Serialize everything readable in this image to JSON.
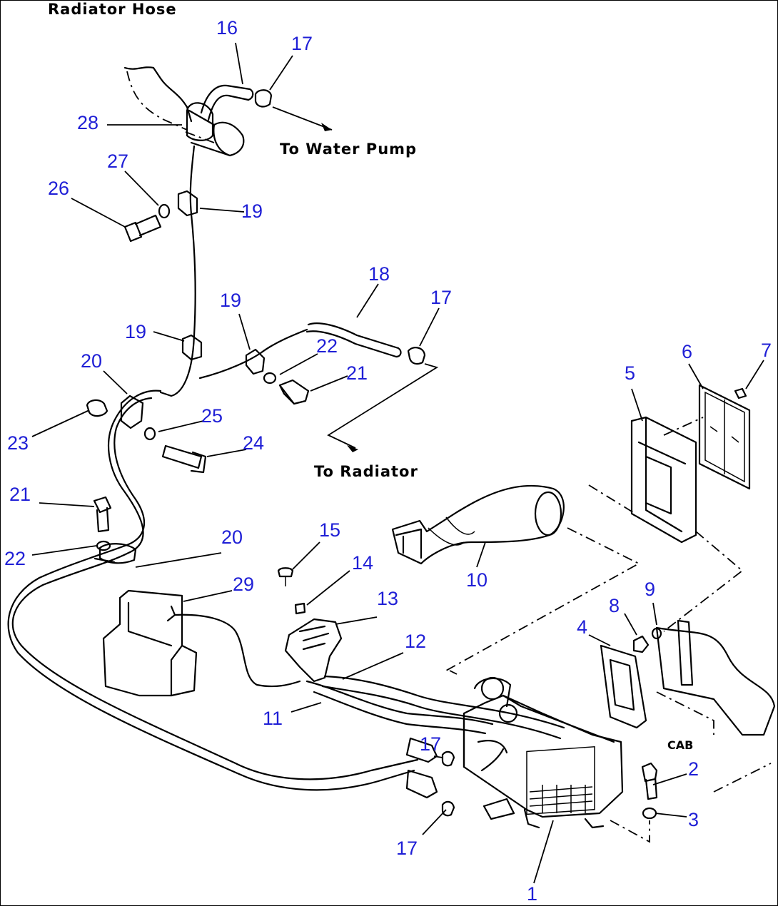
{
  "notes": {
    "radiator_hose": "Radiator Hose",
    "to_water_pump": "To Water Pump",
    "to_radiator": "To Radiator",
    "cab": "CAB"
  },
  "callouts": {
    "c1": "1",
    "c2": "2",
    "c3": "3",
    "c4": "4",
    "c5": "5",
    "c6": "6",
    "c7": "7",
    "c8": "8",
    "c9": "9",
    "c10": "10",
    "c11": "11",
    "c12": "12",
    "c13": "13",
    "c14": "14",
    "c15": "15",
    "c16": "16",
    "c17a": "17",
    "c17b": "17",
    "c17c": "17",
    "c17d": "17",
    "c18": "18",
    "c19a": "19",
    "c19b": "19",
    "c19c": "19",
    "c20a": "20",
    "c20b": "20",
    "c21a": "21",
    "c21b": "21",
    "c22a": "22",
    "c22b": "22",
    "c23": "23",
    "c24": "24",
    "c25": "25",
    "c26": "26",
    "c27": "27",
    "c28": "28",
    "c29": "29"
  },
  "colors": {
    "callout": "#1f1fd6",
    "line": "#000000",
    "background": "#ffffff"
  }
}
